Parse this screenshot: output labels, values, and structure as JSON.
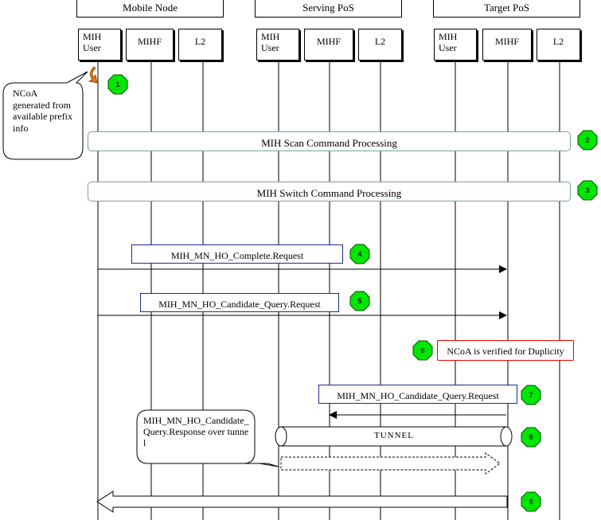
{
  "groups": {
    "mobile_node": "Mobile Node",
    "serving_pos": "Serving PoS",
    "target_pos": "Target PoS"
  },
  "entities": {
    "mn_mih_user": "MIH User",
    "mn_mihf": "MIHF",
    "mn_l2": "L2",
    "sp_mih_user": "MIH User",
    "sp_mihf": "MIHF",
    "sp_l2": "L2",
    "tp_mih_user": "MIH User",
    "tp_mihf": "MIHF",
    "tp_l2": "L2"
  },
  "callouts": {
    "ncoa": "NCoA generated from available prefix info",
    "response": "MIH_MN_HO_Candidate_Query.Response over tunnel"
  },
  "processes": {
    "scan": "MIH Scan Command Processing",
    "switch": "MIH Switch Command Processing"
  },
  "messages": {
    "complete_request": "MIH_MN_HO_Complete.Request",
    "candidate_query_request_1": "MIH_MN_HO_Candidate_Query.Request",
    "candidate_query_request_2": "MIH_MN_HO_Candidate_Query.Request"
  },
  "notes": {
    "verify": "NCoA is verified for Duplicity"
  },
  "tunnel": {
    "label": "TUNNEL"
  },
  "steps": [
    "1",
    "2",
    "3",
    "4",
    "5",
    "6",
    "7",
    "8",
    "9"
  ],
  "colors": {
    "step_fill": "#00e600",
    "process_border": "#6fa98f",
    "message_border": "#1d2b8e",
    "note_border": "#ee0000",
    "icon_orange": "#e07a10"
  }
}
